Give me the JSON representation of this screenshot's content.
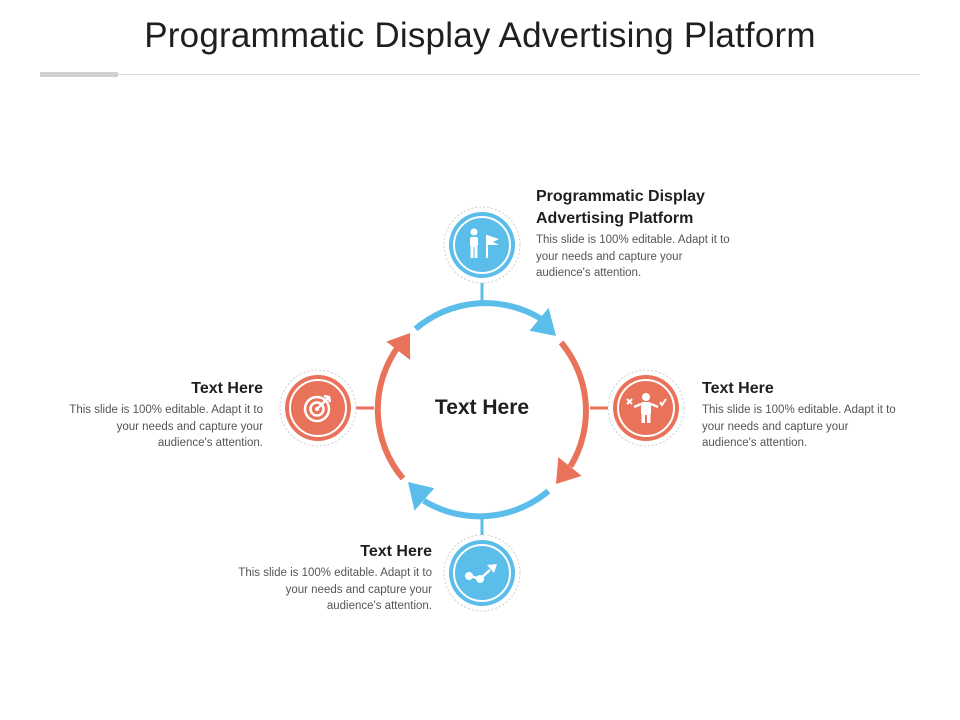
{
  "title": "Programmatic Display Advertising Platform",
  "center": "Text Here",
  "colors": {
    "blue": "#5bbde9",
    "orange": "#e8735a"
  },
  "items": [
    {
      "heading_line1": "Programmatic Display",
      "heading_line2": "Advertising Platform",
      "desc": "This slide is 100% editable. Adapt it to your needs and capture your audience's attention.",
      "icon": "person-flag-icon"
    },
    {
      "heading": "Text Here",
      "desc": "This slide is 100% editable. Adapt it to your needs and capture your audience's attention.",
      "icon": "decision-person-icon"
    },
    {
      "heading": "Text Here",
      "desc": "This slide is 100% editable. Adapt it to your needs and capture your audience's attention.",
      "icon": "path-arrow-icon"
    },
    {
      "heading": "Text Here",
      "desc": "This slide is 100% editable. Adapt it to your needs and capture your audience's attention.",
      "icon": "target-icon"
    }
  ]
}
